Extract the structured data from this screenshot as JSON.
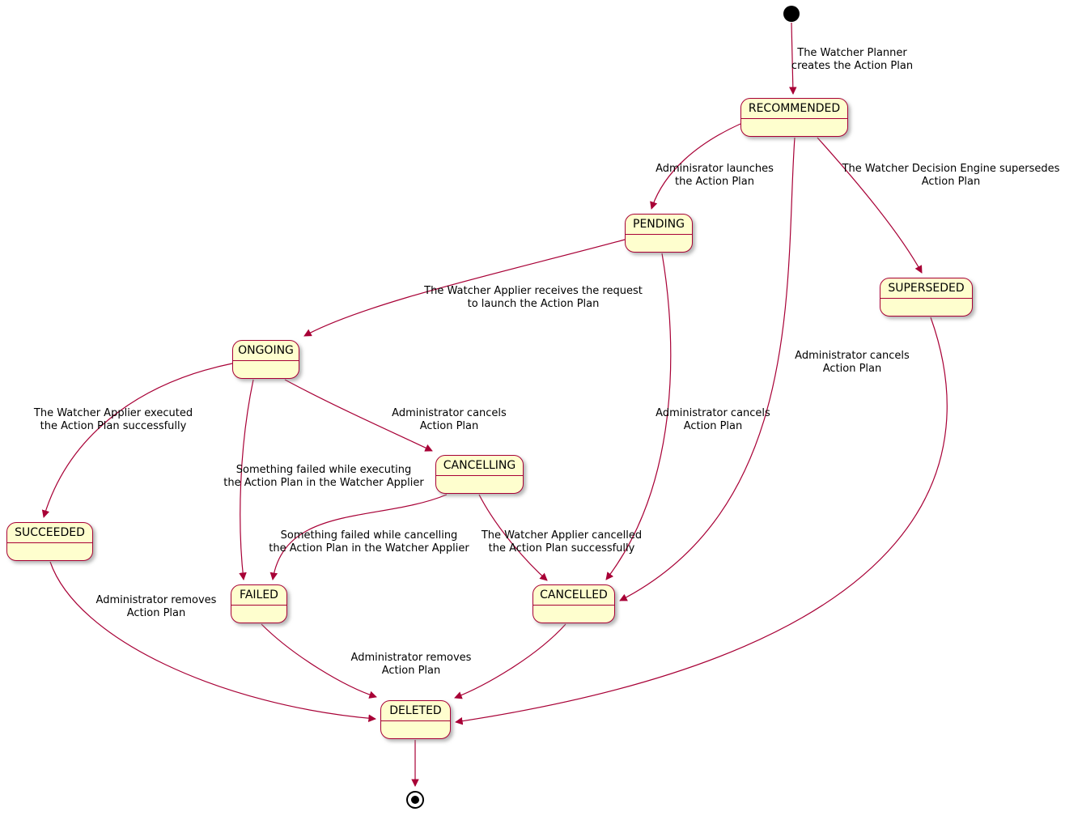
{
  "diagram_type": "state-machine",
  "colors": {
    "state_fill": "#FEFECE",
    "state_border": "#A80036",
    "edge": "#A80036",
    "text": "#000000",
    "background": "#FFFFFF"
  },
  "states": [
    "RECOMMENDED",
    "PENDING",
    "SUPERSEDED",
    "ONGOING",
    "CANCELLING",
    "SUCCEEDED",
    "FAILED",
    "CANCELLED",
    "DELETED"
  ],
  "transitions": [
    {
      "from": "initial",
      "to": "RECOMMENDED",
      "label": "The Watcher Planner\ncreates the Action Plan"
    },
    {
      "from": "RECOMMENDED",
      "to": "PENDING",
      "label": "Adminisrator launches\nthe Action Plan"
    },
    {
      "from": "RECOMMENDED",
      "to": "SUPERSEDED",
      "label": "The Watcher Decision Engine supersedes\nAction Plan"
    },
    {
      "from": "RECOMMENDED",
      "to": "CANCELLED",
      "label": "Administrator cancels\nAction Plan"
    },
    {
      "from": "PENDING",
      "to": "ONGOING",
      "label": "The Watcher Applier receives the request\nto launch the Action Plan"
    },
    {
      "from": "PENDING",
      "to": "CANCELLED",
      "label": "Administrator cancels\nAction Plan"
    },
    {
      "from": "ONGOING",
      "to": "SUCCEEDED",
      "label": "The Watcher Applier executed\nthe Action Plan successfully"
    },
    {
      "from": "ONGOING",
      "to": "CANCELLING",
      "label": "Administrator cancels\nAction Plan"
    },
    {
      "from": "ONGOING",
      "to": "FAILED",
      "label": "Something failed while executing\nthe Action Plan in the Watcher Applier"
    },
    {
      "from": "CANCELLING",
      "to": "FAILED",
      "label": "Something failed while cancelling\nthe Action Plan in the Watcher Applier"
    },
    {
      "from": "CANCELLING",
      "to": "CANCELLED",
      "label": "The Watcher Applier cancelled\nthe Action Plan successfully"
    },
    {
      "from": "SUCCEEDED",
      "to": "DELETED",
      "label": "Administrator removes\nAction Plan"
    },
    {
      "from": "FAILED",
      "to": "DELETED",
      "label": "Administrator removes\nAction Plan"
    },
    {
      "from": "CANCELLED",
      "to": "DELETED",
      "label": ""
    },
    {
      "from": "SUPERSEDED",
      "to": "DELETED",
      "label": ""
    },
    {
      "from": "DELETED",
      "to": "final",
      "label": ""
    }
  ]
}
